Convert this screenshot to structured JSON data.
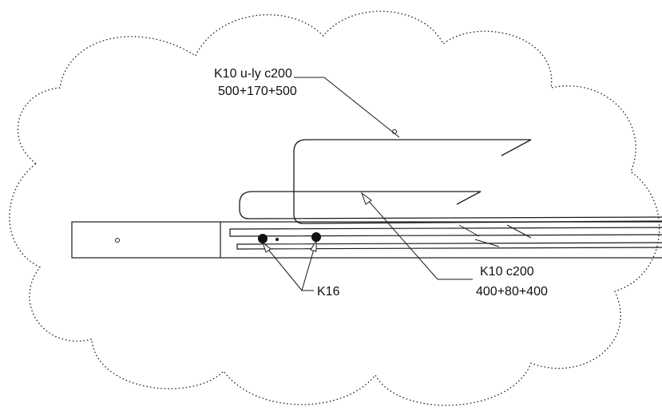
{
  "labels": {
    "top_bar_name": "K10 u-ly c200",
    "top_bar_dims": "500+170+500",
    "lower_bar_name": "K10 c200",
    "lower_bar_dims": "400+80+400",
    "longitudinal_bars": "K16"
  },
  "colors": {
    "line": "#1a1a1a",
    "background": "#ffffff",
    "cloud_dots": "#b8b8b8"
  }
}
